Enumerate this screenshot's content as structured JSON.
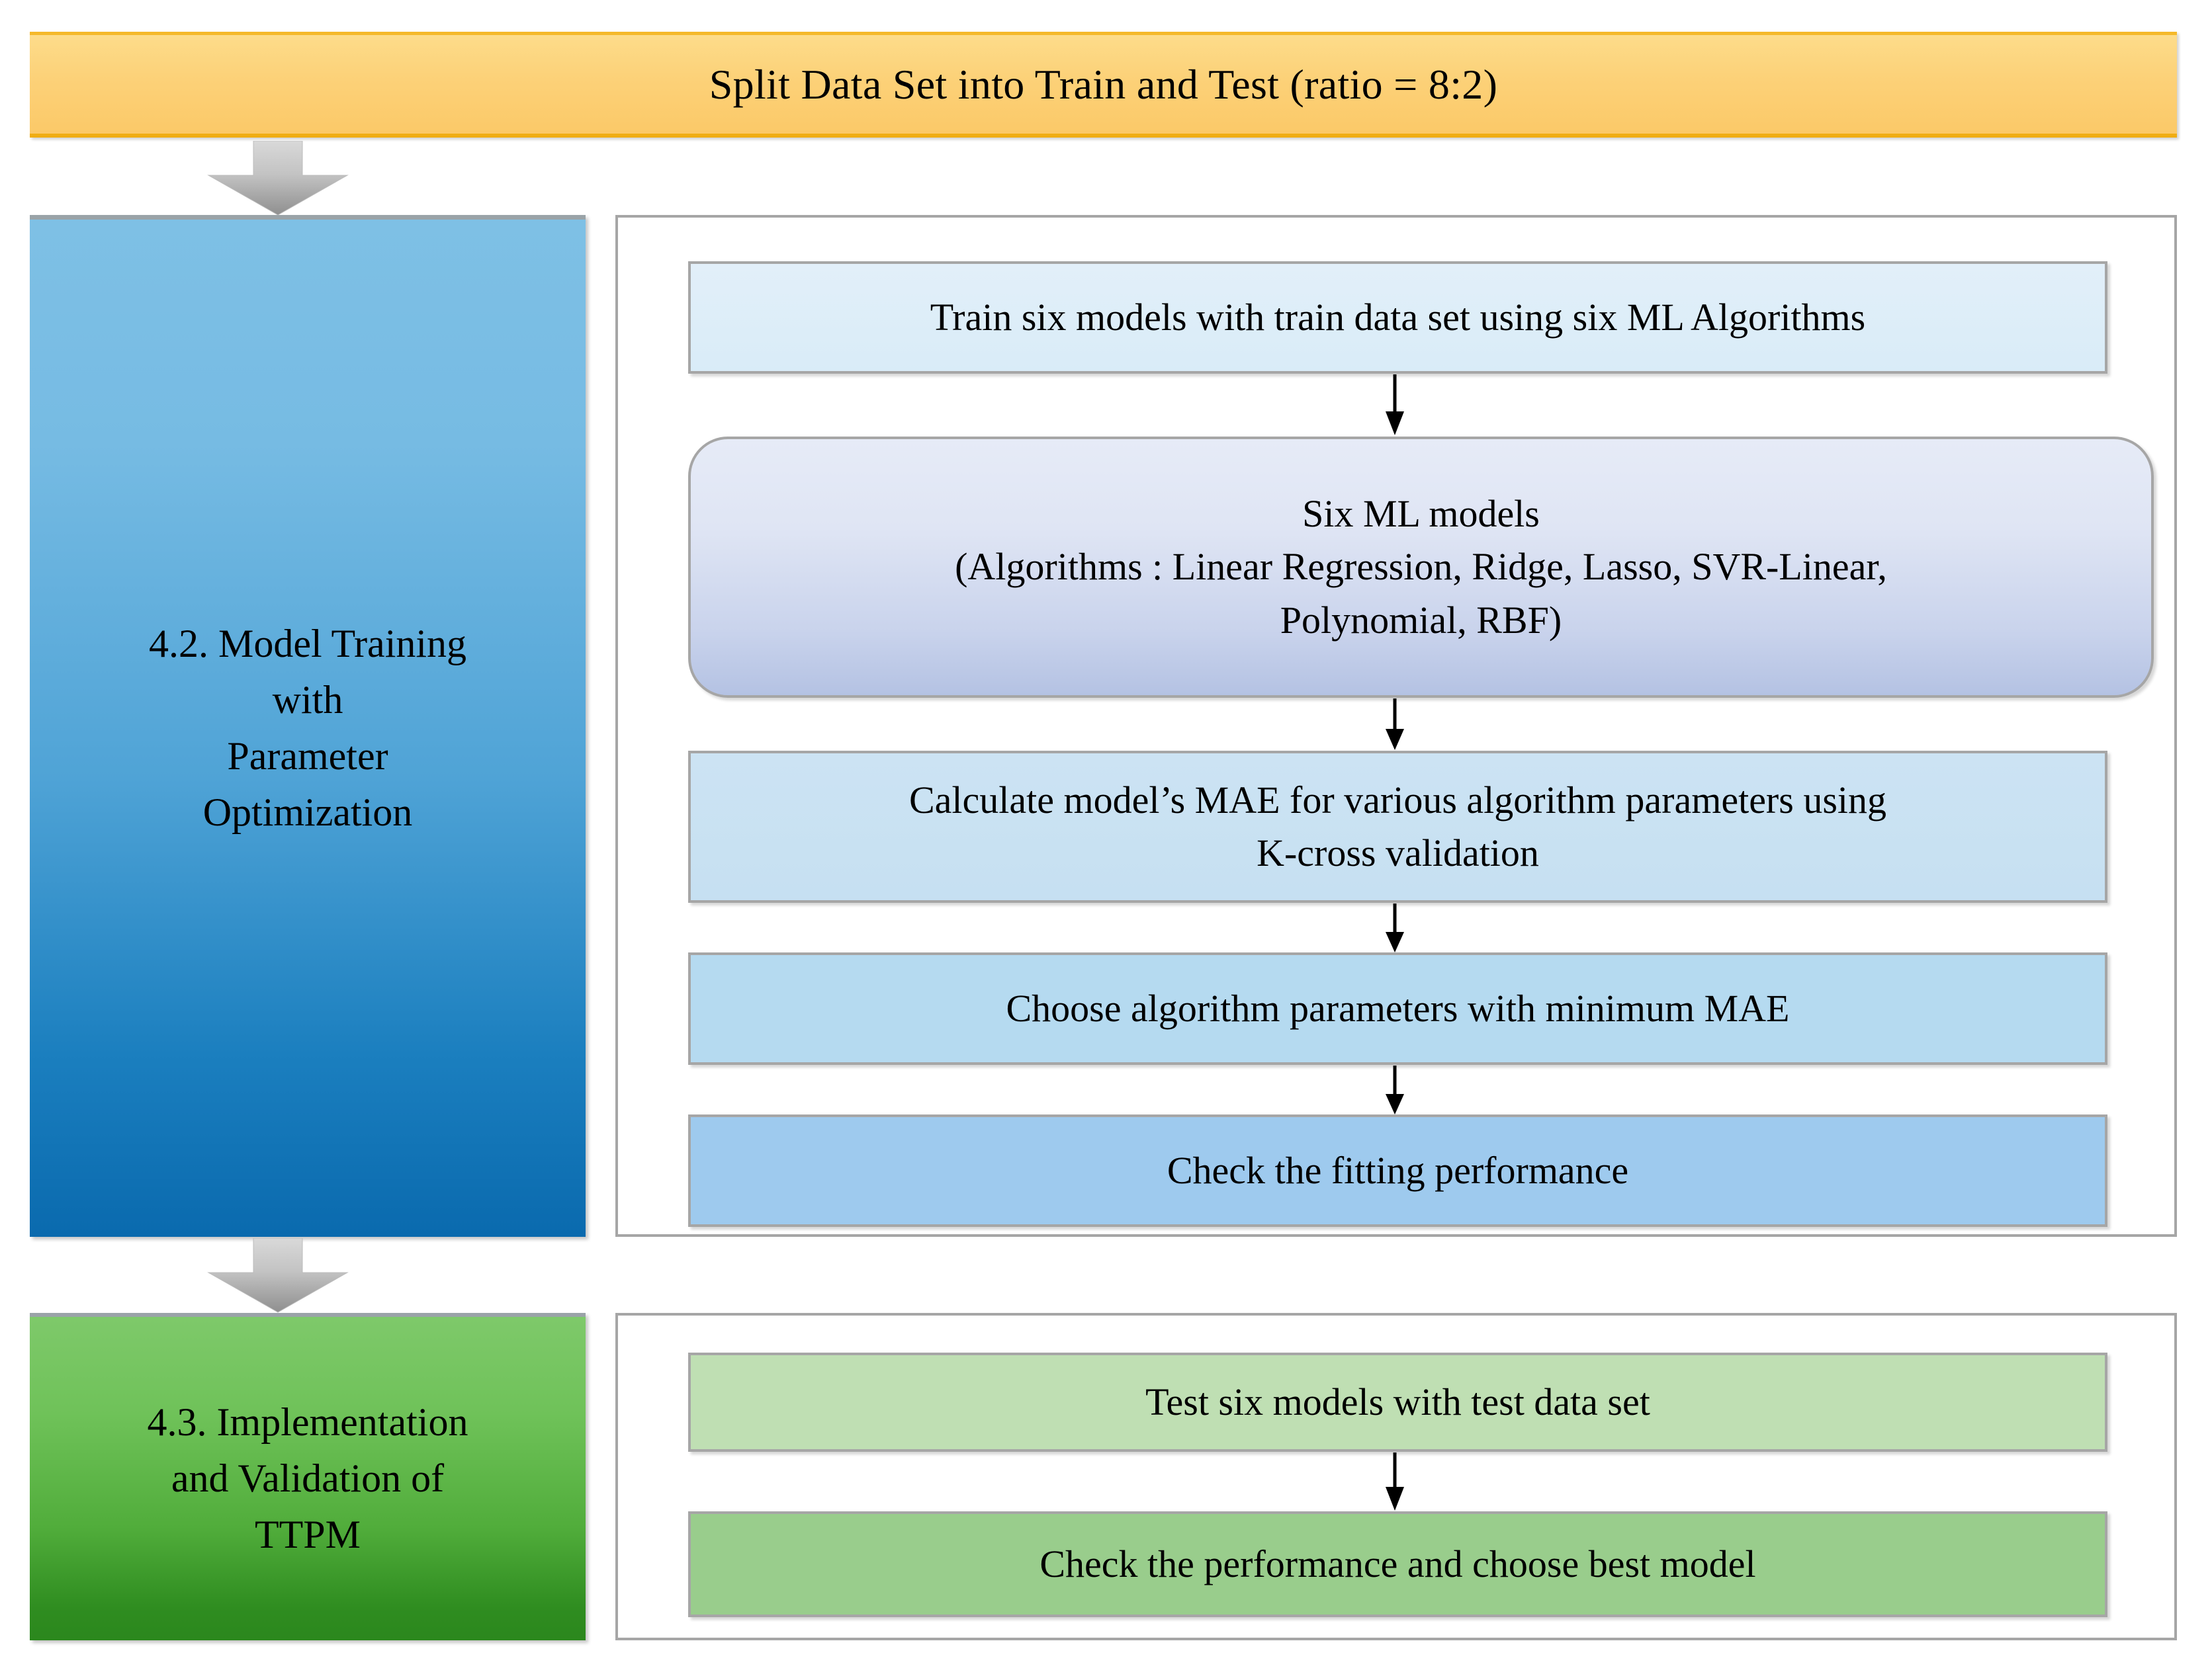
{
  "diagram": {
    "header": {
      "label": "Split Data Set into Train and Test (ratio = 8:2)"
    },
    "sections": [
      {
        "id": "model-training",
        "panel_label": "4.2. Model Training\nwith\nParameter\nOptimization",
        "steps": [
          {
            "id": "train-models",
            "label": "Train six models with train data set using six ML Algorithms"
          },
          {
            "id": "six-ml-models",
            "label": "Six ML models\n(Algorithms : Linear Regression, Ridge,  Lasso, SVR-Linear,\nPolynomial, RBF)"
          },
          {
            "id": "calculate-mae",
            "label": "Calculate model’s MAE for various algorithm parameters using\nK-cross validation"
          },
          {
            "id": "choose-params",
            "label": "Choose algorithm parameters with minimum  MAE"
          },
          {
            "id": "check-fitting",
            "label": "Check the fitting performance"
          }
        ]
      },
      {
        "id": "implementation-validation",
        "panel_label": "4.3. Implementation\nand Validation of\nTTPM",
        "steps": [
          {
            "id": "test-models",
            "label": "Test six models with test data set"
          },
          {
            "id": "best-model",
            "label": "Check the performance and choose best model"
          }
        ]
      }
    ],
    "connectors": [
      {
        "id": "header-to-training",
        "type": "block-arrow",
        "icon": "down-block-arrow-icon"
      },
      {
        "id": "training-to-validation",
        "type": "block-arrow",
        "icon": "down-block-arrow-icon"
      },
      {
        "id": "train-to-models",
        "type": "thin-arrow",
        "icon": "down-arrow-icon"
      },
      {
        "id": "models-to-mae",
        "type": "thin-arrow",
        "icon": "down-arrow-icon"
      },
      {
        "id": "mae-to-choose",
        "type": "thin-arrow",
        "icon": "down-arrow-icon"
      },
      {
        "id": "choose-to-fitting",
        "type": "thin-arrow",
        "icon": "down-arrow-icon"
      },
      {
        "id": "test-to-best",
        "type": "thin-arrow",
        "icon": "down-arrow-icon"
      }
    ],
    "colors": {
      "header_fill": "#fcd178",
      "header_border": "#f0ad13",
      "panel_blue_top": "#7ec0e5",
      "panel_blue_bottom": "#0a6aae",
      "panel_green_top": "#7ec96a",
      "panel_green_bottom": "#2b871d",
      "step_border": "#a6a6a6",
      "arrow_gray": "#b0b0b0",
      "connector_black": "#000000"
    }
  }
}
